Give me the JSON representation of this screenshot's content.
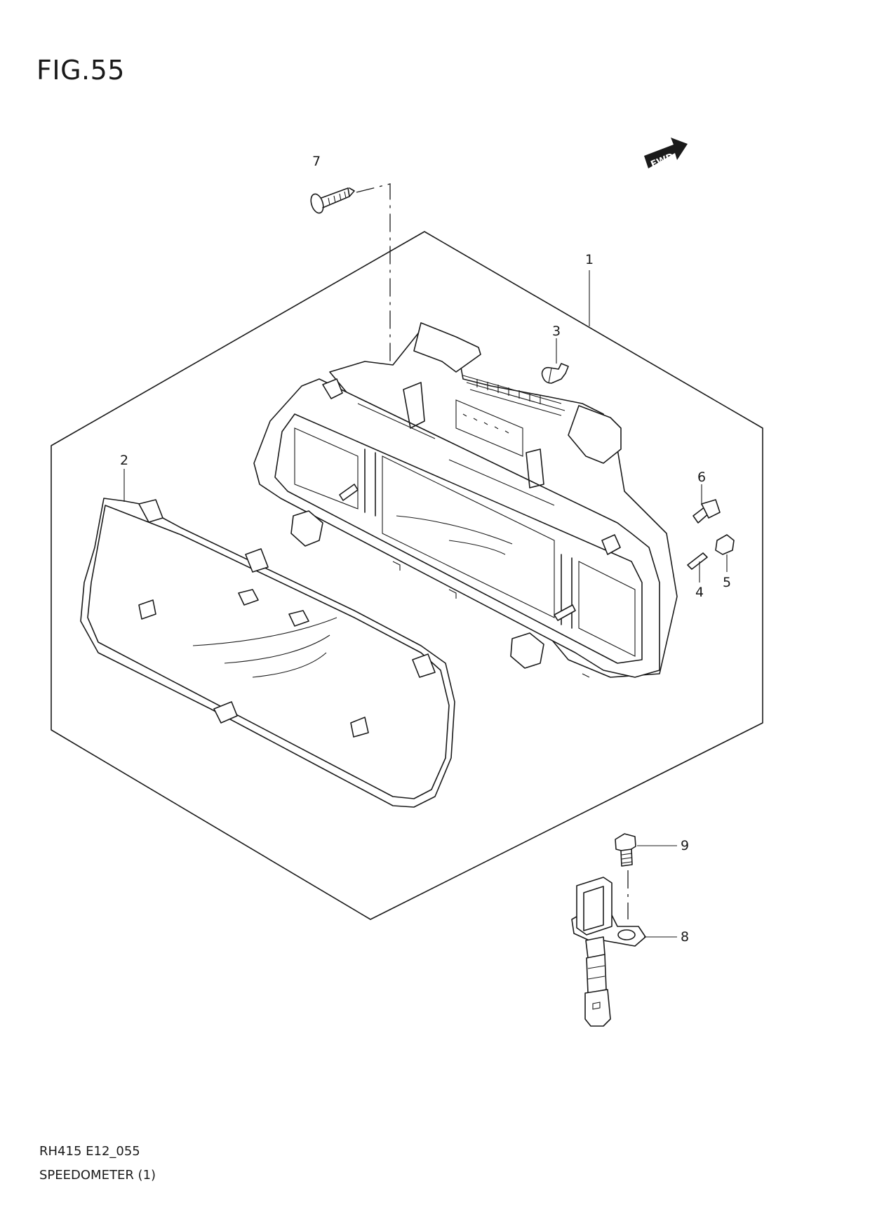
{
  "figure": {
    "title": "FIG.55"
  },
  "fwd_badge": {
    "label": "FWD"
  },
  "callouts": [
    {
      "id": "1",
      "label": "1"
    },
    {
      "id": "2",
      "label": "2"
    },
    {
      "id": "3",
      "label": "3"
    },
    {
      "id": "4",
      "label": "4"
    },
    {
      "id": "5",
      "label": "5"
    },
    {
      "id": "6",
      "label": "6"
    },
    {
      "id": "7",
      "label": "7"
    },
    {
      "id": "8",
      "label": "8"
    },
    {
      "id": "9",
      "label": "9"
    }
  ],
  "footer": {
    "code": "RH415 E12_055",
    "name": "SPEEDOMETER (1)"
  }
}
